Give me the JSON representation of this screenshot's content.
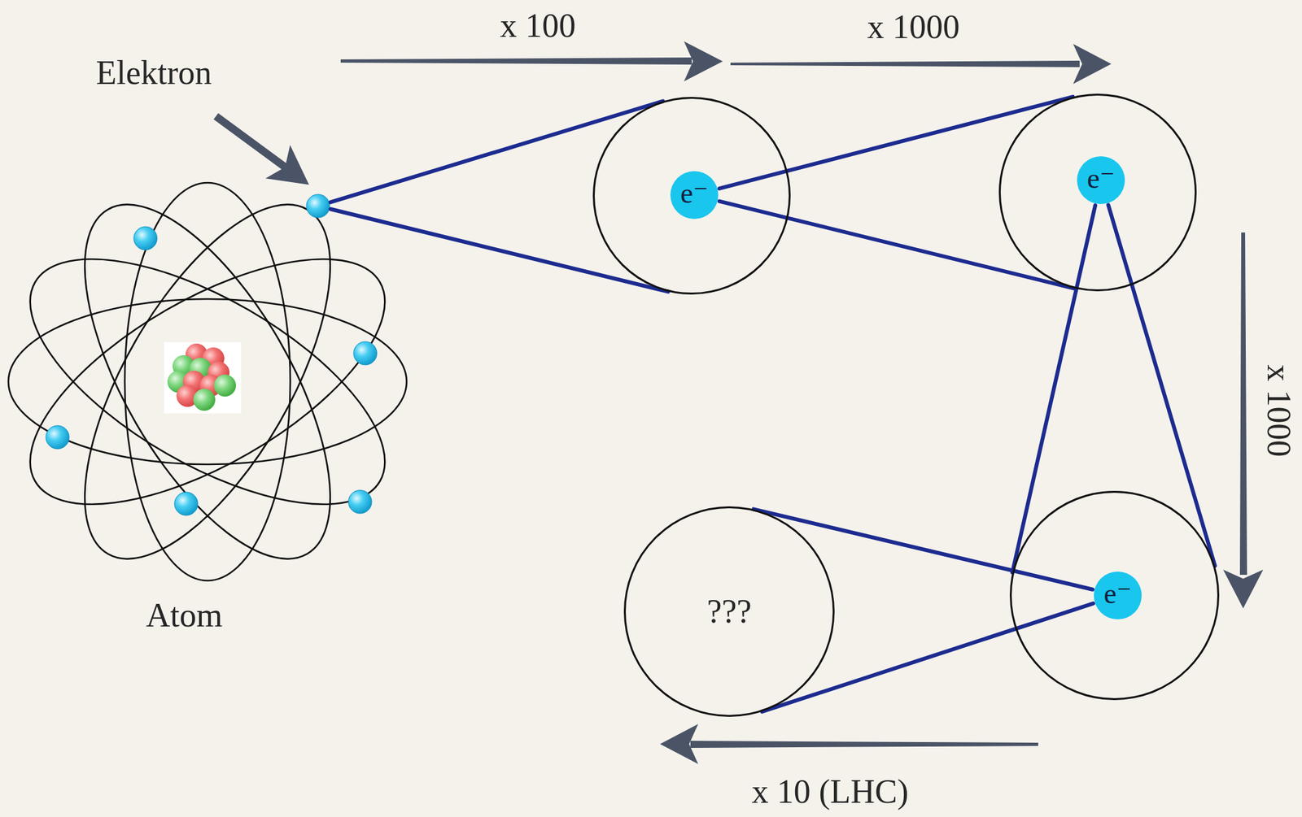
{
  "diagram": {
    "nodes": [
      {
        "text": [
          "Atom"
        ]
      },
      {
        "text": [
          "e⁻"
        ]
      },
      {
        "text": [
          "e⁻"
        ]
      },
      {
        "text": [
          "e⁻"
        ]
      },
      {
        "text": [
          "???"
        ]
      }
    ],
    "edges": [
      {
        "from": 0,
        "to": 1,
        "arrow": "none"
      },
      {
        "from": 1,
        "to": 2,
        "arrow": "none"
      },
      {
        "from": 2,
        "to": 3,
        "arrow": "none"
      },
      {
        "from": 3,
        "to": 4,
        "arrow": "none"
      }
    ],
    "labels": [
      "Elektron",
      "x 100",
      "x 1000",
      "x 1000",
      "x 10 (LHC)"
    ]
  }
}
